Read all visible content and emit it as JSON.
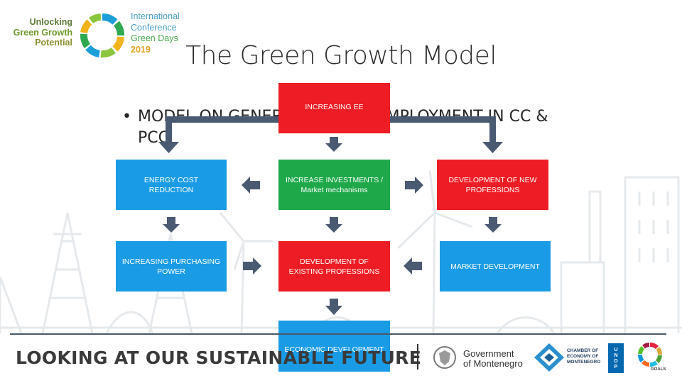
{
  "header": {
    "logo_line1": "Unlocking",
    "logo_line2": "Green Growth",
    "logo_line3": "Potential",
    "conf_line1": "International",
    "conf_line2": "Conference",
    "conf_line3": "Green Days",
    "conf_line4": "2019"
  },
  "title": "The Green Growth Model",
  "bullet": {
    "marker": "•",
    "text": "MODEL ON GENERATING NEW EMPLOYMENT IN CC & PCC"
  },
  "boxes": {
    "increasing_ee": "INCREASING EE",
    "energy_cost_reduction": "ENERGY COST REDUCTION",
    "increase_investments": "INCREASE INVESTMENTS / Market mechanisms",
    "development_new_professions": "DEVELOPMENT OF NEW PROFESSIONS",
    "increasing_purchasing_power": "INCREASING PURCHASING POWER",
    "development_existing_professions": "DEVELOPMENT OF EXISTING PROFESSIONS",
    "market_development": "MARKET DEVELOPMENT",
    "economic_development": "ECONOMIC DEVELOPMENT"
  },
  "footer": {
    "banner": "LOOKING AT OUR SUSTAINABLE FUTURE",
    "gov_line1": "Government",
    "gov_line2": "of Montenegro",
    "chamber_line1": "CHAMBER OF",
    "chamber_line2": "ECONOMY OF",
    "chamber_line3": "MONTENEGRO",
    "undp": "U N D P",
    "goals": "GOALS"
  },
  "colors": {
    "red": "#ee1c24",
    "green": "#1ea84a",
    "blue": "#1a9be6",
    "arrow": "#4a5a72"
  }
}
